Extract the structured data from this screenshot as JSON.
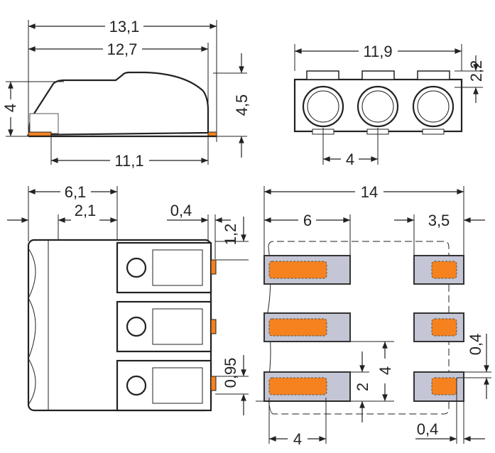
{
  "colors": {
    "contact": "#f5821f",
    "pad": "#c4c6d6"
  },
  "side_view": {
    "overall_length": "13,1",
    "body_length": "12,7",
    "height_front": "4",
    "height_total": "4,5",
    "base_length": "11,1"
  },
  "front_view": {
    "width": "11,9",
    "top_offset": "2,2",
    "pitch": "4"
  },
  "top_view": {
    "length": "6,1",
    "slot_offset": "2,1",
    "pin_protrusion": "0,4",
    "pin_offset": "1,2",
    "pin_width": "0,95"
  },
  "footprint": {
    "overall": "14",
    "pad_length": "6",
    "small_pad_length": "3,5",
    "pitch": "4",
    "pad_width": "2",
    "gap": "0,4",
    "small_offset": "0,4",
    "contact_length": "4"
  }
}
